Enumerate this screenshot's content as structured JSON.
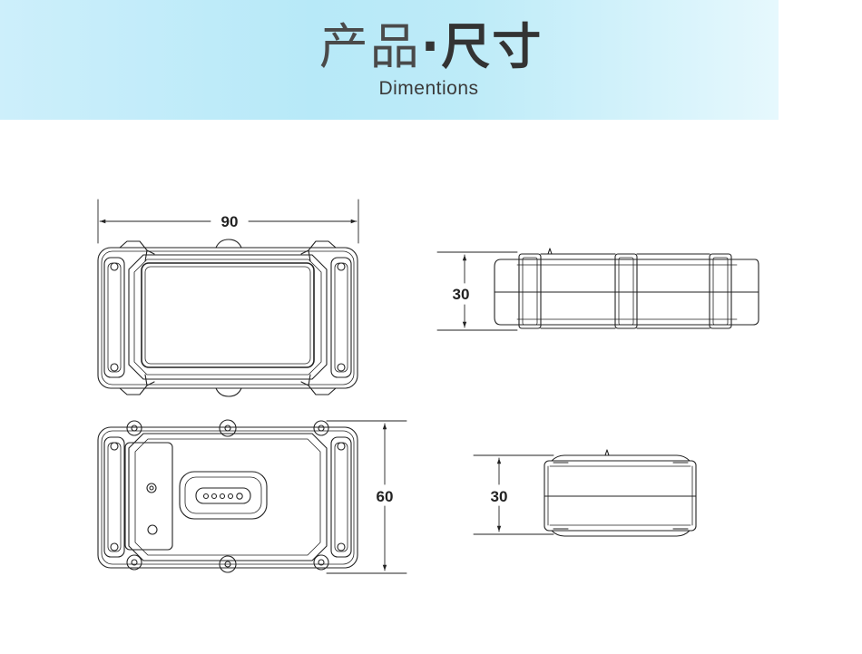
{
  "header": {
    "title_light": "产品",
    "title_dot": "·",
    "title_bold": "尺寸",
    "subtitle": "Dimentions"
  },
  "dimensions": {
    "front_width": "90",
    "side_height_top": "30",
    "back_height": "60",
    "side_height_bottom": "30"
  },
  "colors": {
    "banner": "#bdebf8",
    "line": "#222222"
  }
}
